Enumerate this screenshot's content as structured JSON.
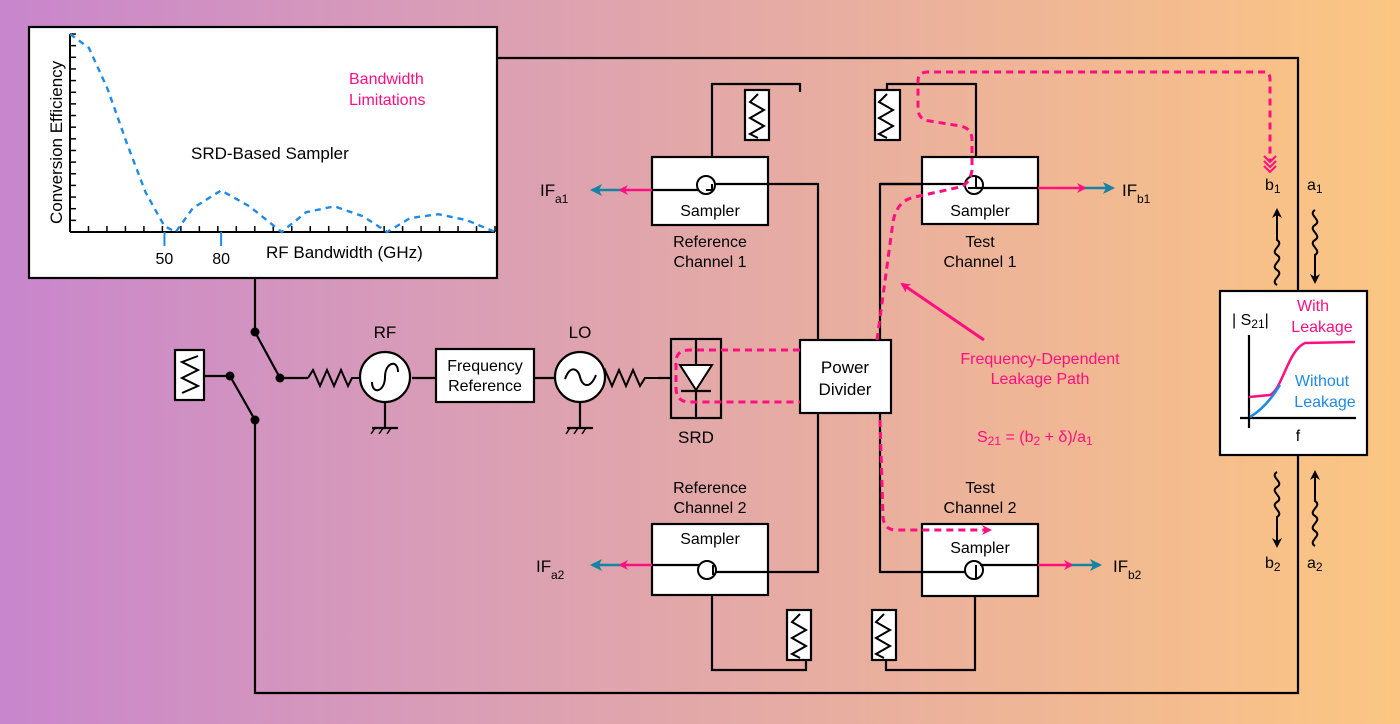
{
  "colors": {
    "background_left": "#c886cc",
    "background_right": "#fcc682",
    "leakage_pink": "#ff0f80",
    "curve_blue": "#1e8ae8",
    "if_teal": "#1583a3"
  },
  "chart_data": {
    "type": "line",
    "title": "SRD-Based Sampler",
    "annotation": "Bandwidth Limitations",
    "xlabel": "RF Bandwidth (GHz)",
    "ylabel": "Conversion Efficiency",
    "x_tick_labels": [
      "50",
      "80"
    ],
    "x_tick_values": [
      50,
      80
    ],
    "xlim": [
      0,
      225
    ],
    "ylim": [
      0,
      1
    ],
    "grid": false,
    "series": [
      {
        "name": "SRD-Based Sampler",
        "style": "dashed",
        "x": [
          0,
          10,
          20,
          30,
          40,
          50,
          56,
          65,
          80,
          95,
          112,
          125,
          140,
          155,
          168,
          180,
          195,
          210,
          225
        ],
        "y": [
          1.0,
          0.93,
          0.72,
          0.45,
          0.2,
          0.03,
          0.0,
          0.12,
          0.21,
          0.13,
          0.0,
          0.1,
          0.13,
          0.08,
          0.0,
          0.07,
          0.09,
          0.06,
          0.0
        ]
      }
    ]
  },
  "labels": {
    "ref_ch1": [
      "Reference",
      "Channel 1"
    ],
    "test_ch1": [
      "Test",
      "Channel 1"
    ],
    "ref_ch2": [
      "Reference",
      "Channel 2"
    ],
    "test_ch2": [
      "Test",
      "Channel 2"
    ],
    "sampler": "Sampler",
    "rf": "RF",
    "lo": "LO",
    "freq_ref": [
      "Frequency",
      "Reference"
    ],
    "srd": "SRD",
    "power_divider": [
      "Power",
      "Divider"
    ],
    "leak_path": [
      "Frequency-Dependent",
      "Leakage Path"
    ],
    "equation": "S21 = (b2 + δ)/a1",
    "if_a1": "IF",
    "if_a1_sub": "a1",
    "if_b1": "IF",
    "if_b1_sub": "b1",
    "if_a2": "IF",
    "if_a2_sub": "a2",
    "if_b2": "IF",
    "if_b2_sub": "b2",
    "b1": "b1",
    "a1": "a1",
    "b2": "b2",
    "a2": "a2"
  },
  "inset": {
    "ylabel": "|S21|",
    "xlabel": "f",
    "with_leakage": [
      "With",
      "Leakage"
    ],
    "without_leakage": [
      "Without",
      "Leakage"
    ]
  }
}
